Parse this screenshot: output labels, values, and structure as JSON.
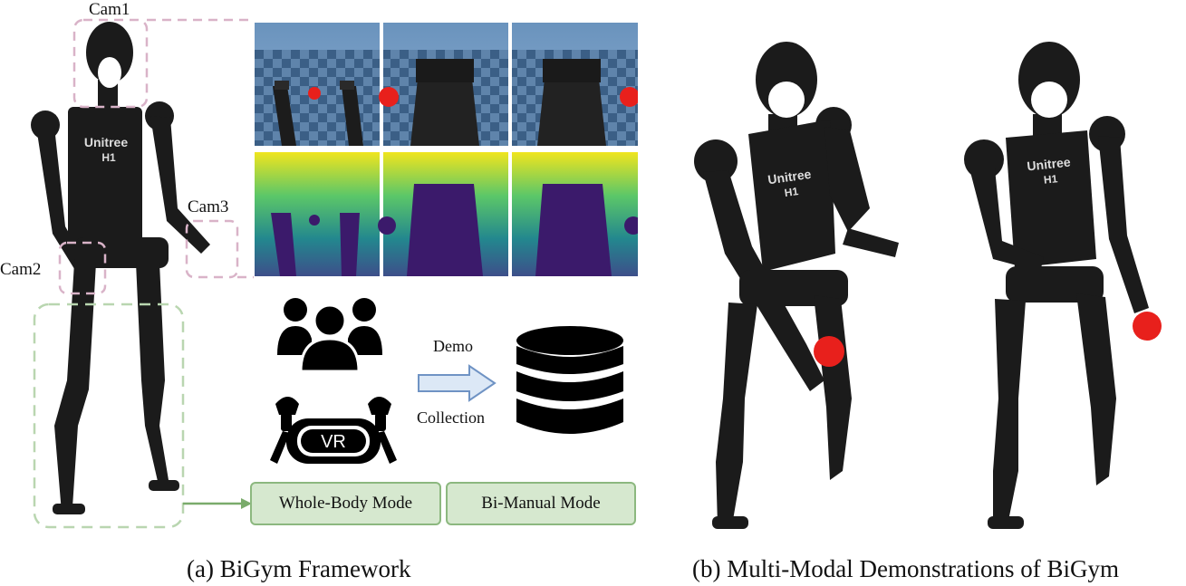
{
  "framework": {
    "cameras": [
      "Cam1",
      "Cam2",
      "Cam3"
    ],
    "robot_brand": "Unitree",
    "robot_model": "H1",
    "flow": {
      "top_label": "Demo",
      "bottom_label": "Collection"
    },
    "vr_label": "VR",
    "modes": [
      "Whole-Body Mode",
      "Bi-Manual Mode"
    ],
    "caption": "(a) BiGym Framework"
  },
  "demonstrations": {
    "robot_brand": "Unitree",
    "robot_model": "H1",
    "caption": "(b) Multi-Modal Demonstrations of BiGym"
  },
  "colors": {
    "robot": "#1b1b1b",
    "ball": "#e8201c",
    "cam1_box": "#d9b3c8",
    "legs_box": "#b9d6b0",
    "mode_fill": "#d6e8cf",
    "mode_border": "#8cb87f",
    "arrow_fill": "#dce8f6",
    "arrow_stroke": "#6f93c4"
  }
}
